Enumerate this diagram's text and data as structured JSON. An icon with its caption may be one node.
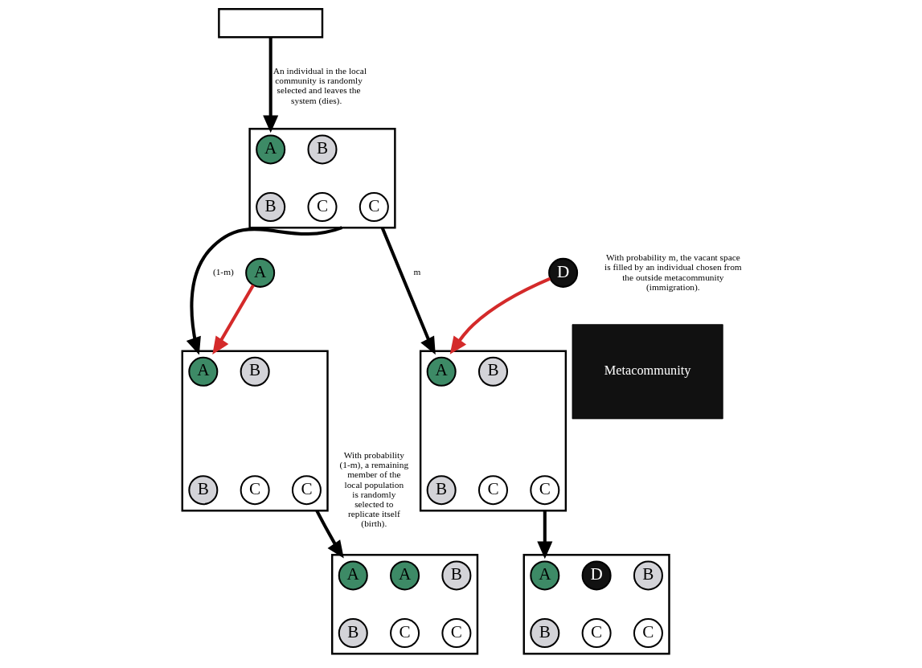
{
  "diagram": {
    "nodes": [
      {
        "text": [],
        "shape": "box"
      },
      {
        "text": [],
        "shape": "box"
      },
      {
        "text": [
          "A"
        ],
        "in": 1
      },
      {
        "text": [
          "B"
        ],
        "in": 1
      },
      {
        "text": [
          "B"
        ],
        "in": 1
      },
      {
        "text": [
          "C"
        ],
        "in": 1
      },
      {
        "text": [
          "C"
        ],
        "in": 1
      },
      {
        "text": [
          "A"
        ]
      },
      {
        "text": [
          "D"
        ]
      },
      {
        "text": [],
        "shape": "box"
      },
      {
        "text": [
          "A"
        ],
        "in": 9
      },
      {
        "text": [
          "B"
        ],
        "in": 9
      },
      {
        "text": [
          "B"
        ],
        "in": 9
      },
      {
        "text": [
          "C"
        ],
        "in": 9
      },
      {
        "text": [
          "C"
        ],
        "in": 9
      },
      {
        "text": [],
        "shape": "box"
      },
      {
        "text": [
          "A"
        ],
        "in": 15
      },
      {
        "text": [
          "B"
        ],
        "in": 15
      },
      {
        "text": [
          "B"
        ],
        "in": 15
      },
      {
        "text": [
          "C"
        ],
        "in": 15
      },
      {
        "text": [
          "C"
        ],
        "in": 15
      },
      {
        "text": [
          "Metacommunity"
        ]
      },
      {
        "text": [],
        "shape": "box"
      },
      {
        "text": [
          "A"
        ],
        "in": 22
      },
      {
        "text": [
          "A"
        ],
        "in": 22
      },
      {
        "text": [
          "B"
        ],
        "in": 22
      },
      {
        "text": [
          "B"
        ],
        "in": 22
      },
      {
        "text": [
          "C"
        ],
        "in": 22
      },
      {
        "text": [
          "C"
        ],
        "in": 22
      },
      {
        "text": [],
        "shape": "box"
      },
      {
        "text": [
          "A"
        ],
        "in": 29
      },
      {
        "text": [
          "D"
        ],
        "in": 29
      },
      {
        "text": [
          "B"
        ],
        "in": 29
      },
      {
        "text": [
          "B"
        ],
        "in": 29
      },
      {
        "text": [
          "C"
        ],
        "in": 29
      },
      {
        "text": [
          "C"
        ],
        "in": 29
      }
    ],
    "edges": [
      {
        "from": 0,
        "to": 1,
        "arrow": "to",
        "label": "An individual in the local community is randomly selected and leaves the system (dies)."
      },
      {
        "from": 1,
        "to": 9,
        "arrow": "to",
        "label": "(1-m)"
      },
      {
        "from": 1,
        "to": 15,
        "arrow": "to",
        "label": "m"
      },
      {
        "from": 7,
        "to": 9,
        "arrow": "to",
        "color": "#d42a2a"
      },
      {
        "from": 8,
        "to": 15,
        "arrow": "to",
        "color": "#d42a2a"
      },
      {
        "from": 9,
        "to": 22,
        "arrow": "to"
      },
      {
        "from": 15,
        "to": 29,
        "arrow": "to"
      }
    ],
    "labels": [
      "With probability m, the vacant space is filled by an individual chosen from the outside metacommunity (immigration).",
      "With probability (1-m), a remaining member of the local population is randomly selected to replicate itself (birth)."
    ]
  }
}
